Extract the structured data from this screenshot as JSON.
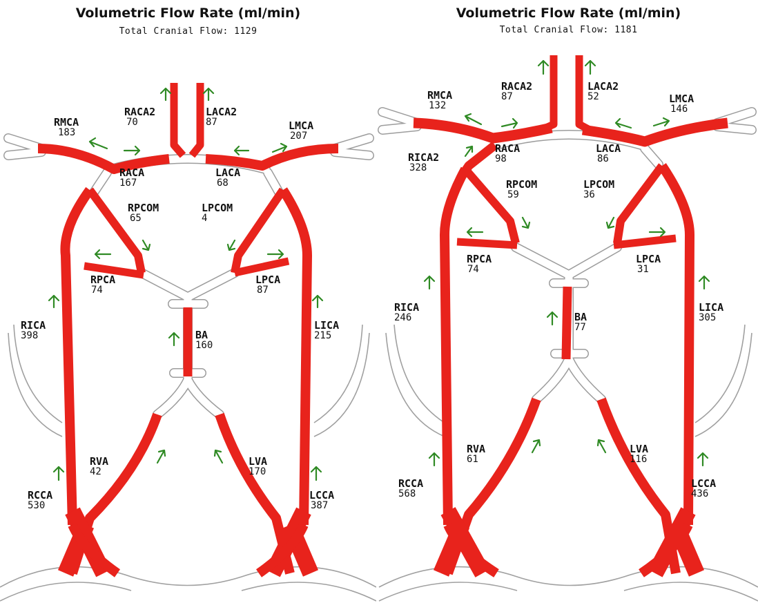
{
  "panels": [
    {
      "title": "Volumetric Flow Rate (ml/min)",
      "subtitle": "Total Cranial Flow: 1129",
      "vessels": [
        {
          "name": "RMCA",
          "value": "183"
        },
        {
          "name": "RACA2",
          "value": "70"
        },
        {
          "name": "LACA2",
          "value": "87"
        },
        {
          "name": "LMCA",
          "value": "207"
        },
        {
          "name": "RACA",
          "value": "167"
        },
        {
          "name": "LACA",
          "value": "68"
        },
        {
          "name": "RPCOM",
          "value": "65"
        },
        {
          "name": "LPCOM",
          "value": "4"
        },
        {
          "name": "RPCA",
          "value": "74"
        },
        {
          "name": "LPCA",
          "value": "87"
        },
        {
          "name": "RICA",
          "value": "398"
        },
        {
          "name": "LICA",
          "value": "215"
        },
        {
          "name": "BA",
          "value": "160"
        },
        {
          "name": "RVA",
          "value": "42"
        },
        {
          "name": "LVA",
          "value": "170"
        },
        {
          "name": "RCCA",
          "value": "530"
        },
        {
          "name": "LCCA",
          "value": "387"
        }
      ]
    },
    {
      "title": "Volumetric Flow Rate (ml/min)",
      "subtitle": "Total Cranial Flow: 1181",
      "vessels": [
        {
          "name": "RMCA",
          "value": "132"
        },
        {
          "name": "RACA2",
          "value": "87"
        },
        {
          "name": "LACA2",
          "value": "52"
        },
        {
          "name": "LMCA",
          "value": "146"
        },
        {
          "name": "RICA2",
          "value": "328"
        },
        {
          "name": "RACA",
          "value": "98"
        },
        {
          "name": "LACA",
          "value": "86"
        },
        {
          "name": "RPCOM",
          "value": "59"
        },
        {
          "name": "LPCOM",
          "value": "36"
        },
        {
          "name": "RPCA",
          "value": "74"
        },
        {
          "name": "LPCA",
          "value": "31"
        },
        {
          "name": "RICA",
          "value": "246"
        },
        {
          "name": "LICA",
          "value": "305"
        },
        {
          "name": "BA",
          "value": "77"
        },
        {
          "name": "RVA",
          "value": "61"
        },
        {
          "name": "LVA",
          "value": "116"
        },
        {
          "name": "RCCA",
          "value": "568"
        },
        {
          "name": "LCCA",
          "value": "436"
        }
      ]
    }
  ],
  "colors": {
    "vessel": "#e8231c",
    "arrow": "#2f8a24",
    "outline": "#9a9a9a"
  }
}
